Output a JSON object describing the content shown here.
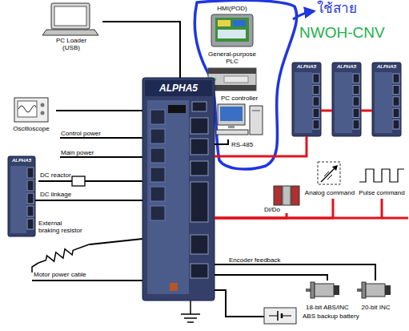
{
  "diagram": {
    "nodes": [
      {
        "text": [
          "PC Loader (USB)"
        ]
      },
      {
        "text": [
          "HMI(POD)"
        ]
      },
      {
        "text": [
          "General-purpose PLC"
        ]
      },
      {
        "text": [
          "PC controller"
        ]
      },
      {
        "text": [
          "ALPHA5"
        ]
      },
      {
        "text": [
          "Oscilloscope"
        ]
      },
      {
        "text": [
          "ALPHA5"
        ]
      },
      {
        "text": [
          "ALPHA5"
        ]
      },
      {
        "text": [
          "ALPHA5"
        ]
      },
      {
        "text": [
          "ALPHA5"
        ]
      },
      {
        "text": [
          "Di/Do"
        ]
      },
      {
        "text": [
          "Analog command"
        ]
      },
      {
        "text": [
          "Pulse command"
        ]
      },
      {
        "text": [
          "18-bit ABS/INC"
        ]
      },
      {
        "text": [
          "20-bit INC"
        ]
      },
      {
        "text": [
          "ABS backup battery"
        ]
      }
    ],
    "edges": [
      {
        "from": 0,
        "to": 4,
        "arrow": "none"
      },
      {
        "from": 3,
        "to": 4,
        "label": "RS-485",
        "arrow": "none"
      },
      {
        "from": 5,
        "to": 4,
        "arrow": "none"
      },
      {
        "from": 6,
        "to": 4,
        "label": "DC linkage",
        "arrow": "none"
      },
      {
        "from": 4,
        "to": 7,
        "arrow": "none"
      },
      {
        "from": 7,
        "to": 8,
        "arrow": "none"
      },
      {
        "from": 8,
        "to": 9,
        "arrow": "none"
      },
      {
        "from": 4,
        "to": 10,
        "arrow": "none"
      },
      {
        "from": 4,
        "to": 11,
        "arrow": "none"
      },
      {
        "from": 4,
        "to": 12,
        "arrow": "none"
      },
      {
        "from": 4,
        "to": 14,
        "label": "Encoder feedback",
        "arrow": "none"
      },
      {
        "from": 4,
        "to": 13,
        "arrow": "none"
      },
      {
        "from": 4,
        "to": 15,
        "arrow": "none"
      }
    ],
    "labels": [
      "ใช้สาย",
      "NWOH-CNV",
      "Control power",
      "Main power",
      "DC reactor",
      "External braking resistor",
      "Motor power cable"
    ]
  }
}
